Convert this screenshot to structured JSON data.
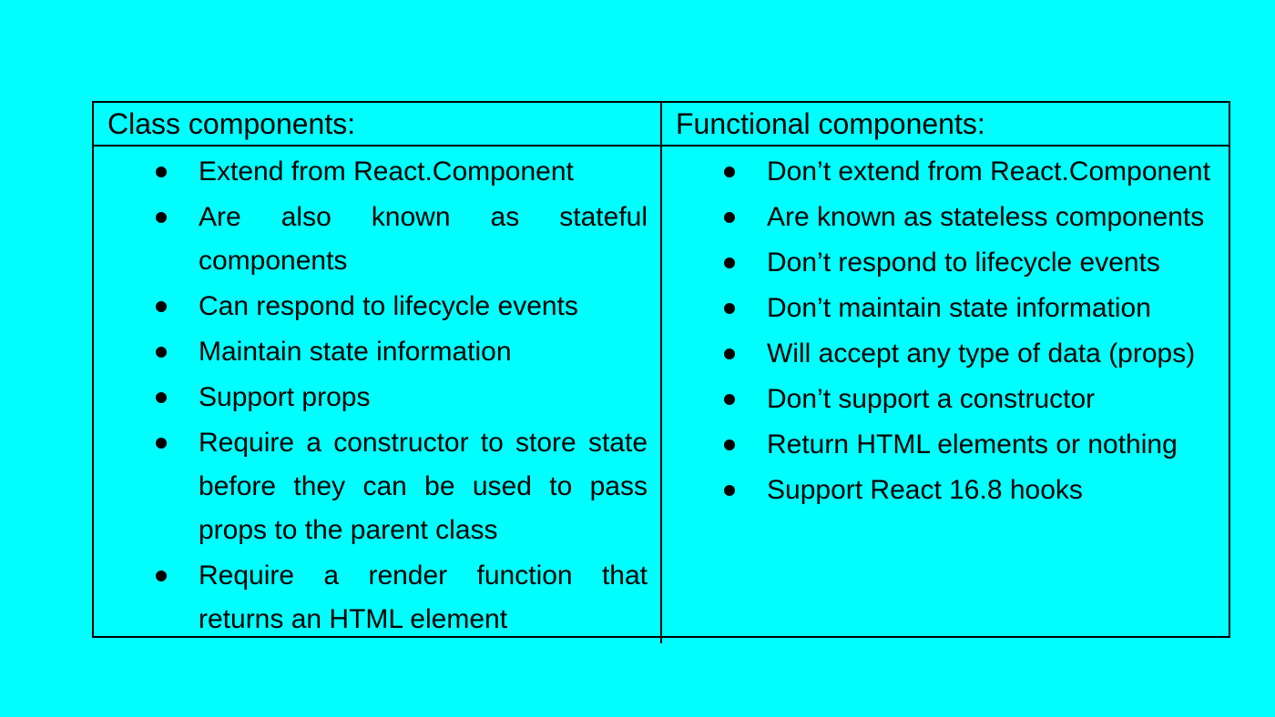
{
  "table": {
    "left_header": "Class components:",
    "right_header": "Functional components:",
    "left_items": [
      "Extend from React.Component",
      "Are also known as stateful components",
      "Can respond to lifecycle events",
      "Maintain state information",
      "Support props",
      "Require a constructor to store state before they can be used to pass props to the parent class",
      "Require a render function that returns an HTML element"
    ],
    "right_items": [
      "Don’t extend from React.Component",
      "Are known as stateless components",
      "Don’t respond to lifecycle events",
      "Don’t maintain state information",
      "Will accept any type of data (props)",
      "Don’t support a constructor",
      "Return HTML elements or nothing",
      "Support React 16.8 hooks"
    ]
  }
}
